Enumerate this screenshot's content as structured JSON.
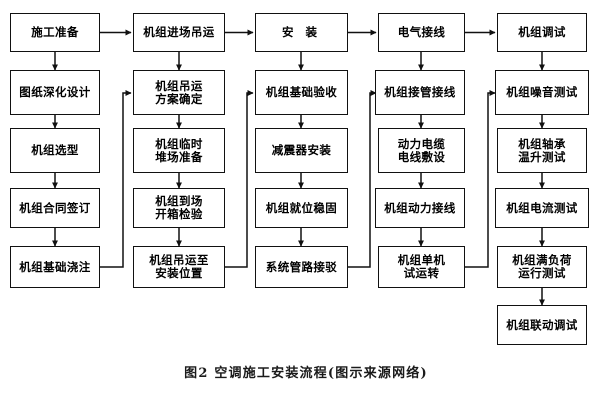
{
  "figure": {
    "caption": "图2   空调施工安装流程(图示来源网络)",
    "background_color": "#ffffff",
    "line_color": "#111111",
    "box_fill": "#ffffff",
    "text_color": "#000000"
  },
  "chart_data": {
    "type": "diagram",
    "title": "图2   空调施工安装流程(图示来源网络)",
    "orientation": "columns-top-down-with-feedback",
    "columns": [
      {
        "header": "施工准备",
        "nodes": [
          "施工准备",
          "图纸深化设计",
          "机组选型",
          "机组合同签订",
          "机组基础浇注"
        ]
      },
      {
        "header": "机组进场吊运",
        "nodes": [
          "机组进场吊运",
          "机组吊运\n方案确定",
          "机组临时\n堆场准备",
          "机组到场\n开箱检验",
          "机组吊运至\n安装位置"
        ]
      },
      {
        "header": "安 装",
        "nodes": [
          "安 装",
          "机组基础验收",
          "减震器安装",
          "机组就位稳固",
          "系统管路接驳"
        ]
      },
      {
        "header": "电气接线",
        "nodes": [
          "电气接线",
          "机组接管接线",
          "动力电缆\n电线敷设",
          "机组动力接线",
          "机组单机\n试运转"
        ]
      },
      {
        "header": "机组调试",
        "nodes": [
          "机组调试",
          "机组噪音测试",
          "机组轴承\n温升测试",
          "机组电流测试",
          "机组满负荷\n运行测试",
          "机组联动调试"
        ]
      }
    ],
    "feedback_links": [
      {
        "from": "机组基础浇注",
        "to": "机组吊运方案确定"
      },
      {
        "from": "机组吊运至安装位置",
        "to": "机组基础验收"
      },
      {
        "from": "系统管路接驳",
        "to": "机组接管接线"
      },
      {
        "from": "机组单机试运转",
        "to": "机组噪音测试"
      }
    ]
  },
  "nodes": {
    "c1r1": "施工准备",
    "c1r2": "图纸深化设计",
    "c1r3": "机组选型",
    "c1r4": "机组合同签订",
    "c1r5": "机组基础浇注",
    "c2r1": "机组进场吊运",
    "c2r2": "机组吊运\n方案确定",
    "c2r3": "机组临时\n堆场准备",
    "c2r4": "机组到场\n开箱检验",
    "c2r5": "机组吊运至\n安装位置",
    "c3r1": "安 装",
    "c3r2": "机组基础验收",
    "c3r3": "减震器安装",
    "c3r4": "机组就位稳固",
    "c3r5": "系统管路接驳",
    "c4r1": "电气接线",
    "c4r2": "机组接管接线",
    "c4r3": "动力电缆\n电线敷设",
    "c4r4": "机组动力接线",
    "c4r5": "机组单机\n试运转",
    "c5r1": "机组调试",
    "c5r2": "机组噪音测试",
    "c5r3": "机组轴承\n温升测试",
    "c5r4": "机组电流测试",
    "c5r5": "机组满负荷\n运行测试",
    "c5r6": "机组联动调试"
  }
}
